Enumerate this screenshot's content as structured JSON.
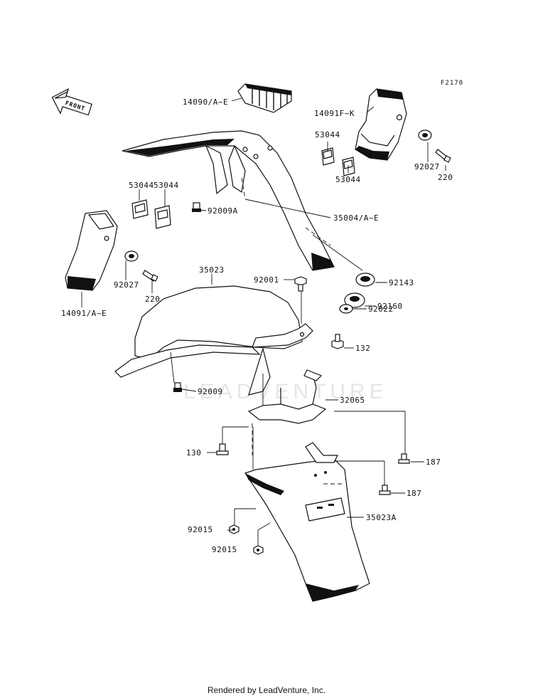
{
  "figure_id": "F2170",
  "direction_label": "FRONT",
  "watermark": "LEADVENTURE",
  "footer": "Rendered by LeadVenture, Inc.",
  "labels": {
    "p14090": "14090/A~E",
    "p14091fk": "14091F~K",
    "p53044_a": "53044",
    "p53044_b": "53044",
    "p53044_c": "53044",
    "p53044_d": "53044",
    "p92027_r": "92027",
    "p220_r": "220",
    "p92009a": "92009A",
    "p35004": "35004/A~E",
    "p35023": "35023",
    "p92027_l": "92027",
    "p220_l": "220",
    "p14091ae": "14091/A~E",
    "p92001": "92001",
    "p92143": "92143",
    "p92160": "92160",
    "p92022": "92022",
    "p132": "132",
    "p92009": "92009",
    "p32065": "32065",
    "p130": "130",
    "p187_a": "187",
    "p187_b": "187",
    "p35023a": "35023A",
    "p92015_a": "92015",
    "p92015_b": "92015"
  }
}
